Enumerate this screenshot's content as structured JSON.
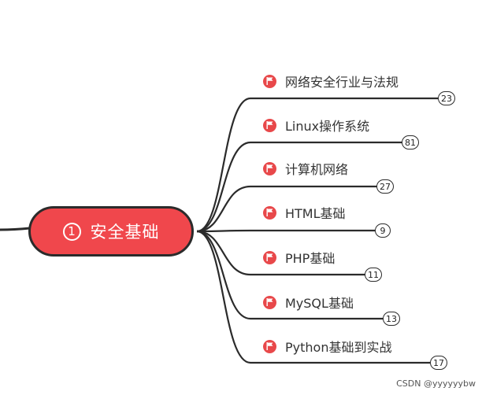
{
  "root": {
    "number": "1",
    "title": "安全基础"
  },
  "branches": [
    {
      "label": "网络安全行业与法规",
      "count": "23",
      "icon": "flag-icon"
    },
    {
      "label": "Linux操作系统",
      "count": "81",
      "icon": "flag-icon"
    },
    {
      "label": "计算机网络",
      "count": "27",
      "icon": "flag-icon"
    },
    {
      "label": "HTML基础",
      "count": "9",
      "icon": "flag-icon"
    },
    {
      "label": "PHP基础",
      "count": "11",
      "icon": "flag-icon"
    },
    {
      "label": "MySQL基础",
      "count": "13",
      "icon": "flag-icon"
    },
    {
      "label": "Python基础到实战",
      "count": "17",
      "icon": "flag-icon"
    }
  ],
  "watermark": "CSDN @yyyyyybw",
  "colors": {
    "root_fill": "#f0474c",
    "flag_fill": "#e8484a",
    "line": "#2b2b2b"
  }
}
